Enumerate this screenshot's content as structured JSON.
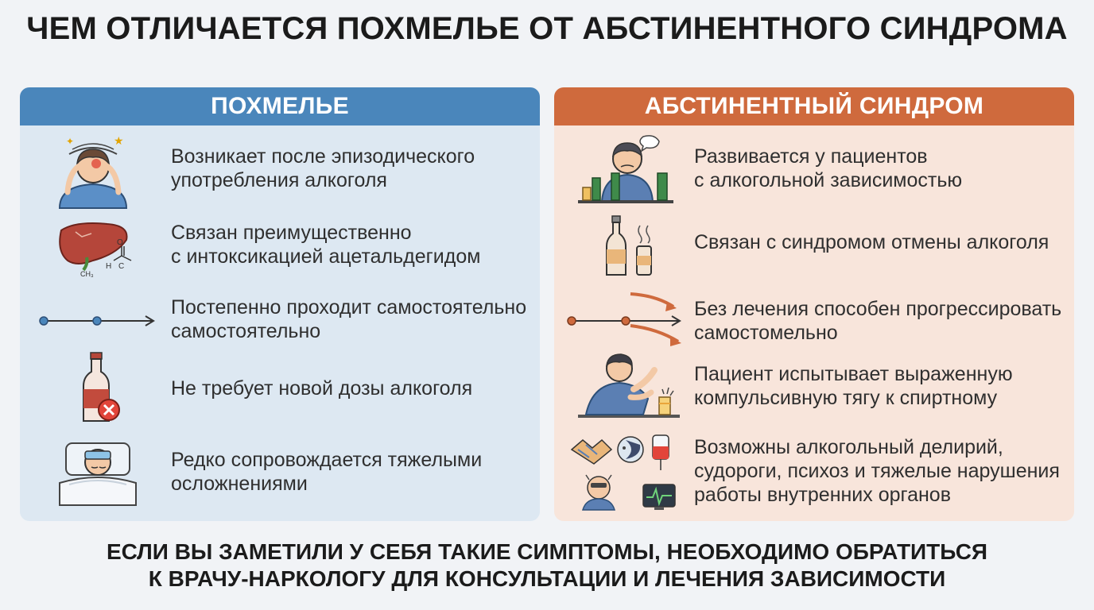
{
  "title": "ЧЕМ ОТЛИЧАЕТСЯ ПОХМЕЛЬЕ ОТ АБСТИНЕНТНОГО СИНДРОМА",
  "left": {
    "header": "ПОХМЕЛЬЕ",
    "items": [
      {
        "icon": "headache-person-icon",
        "lines": [
          "Возникает после эпизодического",
          "употребления алкоголя"
        ]
      },
      {
        "icon": "liver-acetaldehyde-icon",
        "lines": [
          "Связан преимущественно",
          "с интоксикацией ацетальдегидом"
        ]
      },
      {
        "icon": "timeline-arrow-icon",
        "lines": [
          "Постепенно проходит самостоятельно",
          "самостоятельно"
        ]
      },
      {
        "icon": "bottle-no-icon",
        "lines": [
          "Не требует новой дозы алкоголя"
        ]
      },
      {
        "icon": "person-in-bed-icon",
        "lines": [
          "Редко сопровождается тяжелыми",
          "осложнениями"
        ]
      }
    ]
  },
  "right": {
    "header": "АБСТИНЕНТНЫЙ СИНДРОМ",
    "items": [
      {
        "icon": "sad-drinker-icon",
        "lines": [
          "Развивается у пациентов",
          "с алкогольной зависимостью"
        ]
      },
      {
        "icon": "bottles-withdrawal-icon",
        "lines": [
          "Связан с синдромом отмены алкоголя"
        ]
      },
      {
        "icon": "progress-arrows-icon",
        "lines": [
          "Без лечения способен прогрессировать",
          "самостомельно"
        ]
      },
      {
        "icon": "craving-person-icon",
        "lines": [
          "Пациент испытывает выраженную",
          "компульсивную тягу к спиртному"
        ]
      },
      {
        "icon": "complications-icons",
        "lines": [
          "Возможны алкогольный делирий,",
          "судороги, психоз и тяжелые нарушения",
          "работы внутренних органов"
        ]
      }
    ]
  },
  "molecule_labels": {
    "ch3": "CH₃",
    "h": "H",
    "c": "C",
    "o": "O"
  },
  "footer": {
    "line1": "ЕСЛИ ВЫ ЗАМЕТИЛИ У СЕБЯ ТАКИЕ СИМПТОМЫ, НЕОБХОДИМО ОБРАТИТЬСЯ",
    "line2": "К ВРАЧУ-НАРКОЛОГУ ДЛЯ КОНСУЛЬТАЦИИ И ЛЕЧЕНИЯ ЗАВИСИМОСТИ"
  },
  "colors": {
    "left_accent": "#4a86bb",
    "right_accent": "#cf6a3d",
    "left_bg": "#dde8f2",
    "right_bg": "#f8e5db"
  }
}
